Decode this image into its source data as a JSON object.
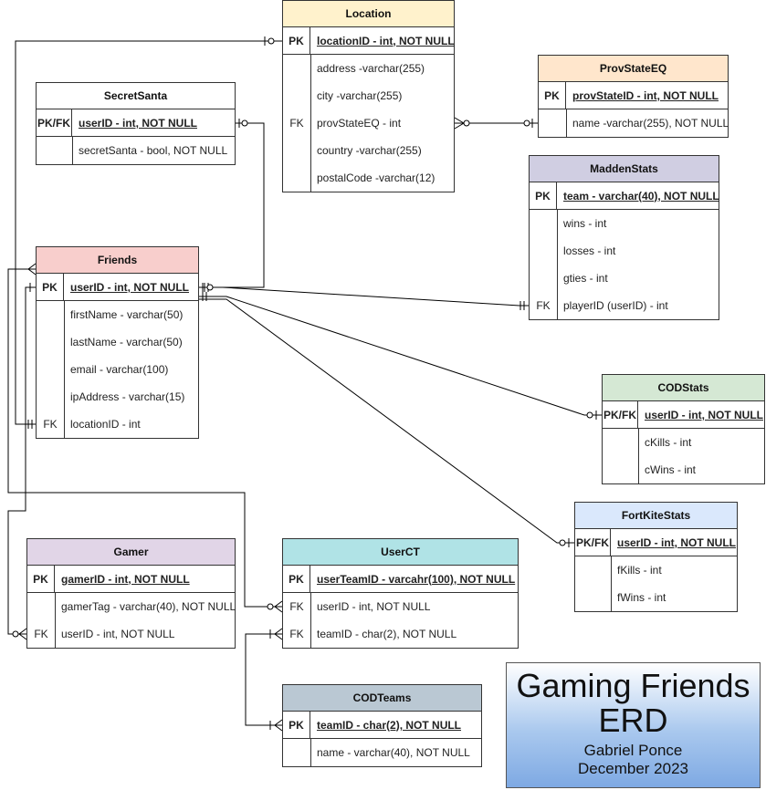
{
  "title": {
    "main": "Gaming Friends ERD",
    "author": "Gabriel Ponce",
    "date": "December 2023"
  },
  "entities": {
    "location": {
      "name": "Location",
      "color": "#fff2cc",
      "pk": {
        "key": "PK",
        "field": "locationID - int, NOT NULL"
      },
      "rows": [
        {
          "key": "",
          "field": "address -varchar(255)"
        },
        {
          "key": "",
          "field": "city -varchar(255)"
        },
        {
          "key": "FK",
          "field": "provStateEQ - int"
        },
        {
          "key": "",
          "field": "country -varchar(255)"
        },
        {
          "key": "",
          "field": "postalCode -varchar(12)"
        }
      ]
    },
    "provstate": {
      "name": "ProvStateEQ",
      "color": "#ffe6cc",
      "pk": {
        "key": "PK",
        "field": "provStateID - int, NOT NULL"
      },
      "rows": [
        {
          "key": "",
          "field": "name -varchar(255), NOT NULL"
        }
      ]
    },
    "secretsanta": {
      "name": "SecretSanta",
      "color": "#ffffff",
      "pk": {
        "key": "PK/FK",
        "field": "userID - int, NOT NULL"
      },
      "rows": [
        {
          "key": "",
          "field": "secretSanta - bool, NOT NULL"
        }
      ]
    },
    "madden": {
      "name": "MaddenStats",
      "color": "#d0cee2",
      "pk": {
        "key": "PK",
        "field": "team - varchar(40), NOT NULL"
      },
      "rows": [
        {
          "key": "",
          "field": "wins - int"
        },
        {
          "key": "",
          "field": "losses - int"
        },
        {
          "key": "",
          "field": "gties - int"
        },
        {
          "key": "FK",
          "field": "playerID (userID) - int"
        }
      ]
    },
    "friends": {
      "name": "Friends",
      "color": "#f8cecc",
      "pk": {
        "key": "PK",
        "field": "userID - int, NOT NULL"
      },
      "rows": [
        {
          "key": "",
          "field": "firstName - varchar(50)"
        },
        {
          "key": "",
          "field": "lastName - varchar(50)"
        },
        {
          "key": "",
          "field": "email - varchar(100)"
        },
        {
          "key": "",
          "field": "ipAddress - varchar(15)"
        },
        {
          "key": "FK",
          "field": "locationID - int"
        }
      ]
    },
    "codstats": {
      "name": "CODStats",
      "color": "#d5e8d4",
      "pk": {
        "key": "PK/FK",
        "field": "userID - int, NOT NULL"
      },
      "rows": [
        {
          "key": "",
          "field": "cKills - int"
        },
        {
          "key": "",
          "field": "cWins - int"
        }
      ]
    },
    "fortnite": {
      "name": "FortKiteStats",
      "color": "#dae8fc",
      "pk": {
        "key": "PK/FK",
        "field": "userID - int, NOT NULL"
      },
      "rows": [
        {
          "key": "",
          "field": "fKills - int"
        },
        {
          "key": "",
          "field": "fWins - int"
        }
      ]
    },
    "gamer": {
      "name": "Gamer",
      "color": "#e1d5e7",
      "pk": {
        "key": "PK",
        "field": "gamerID - int, NOT NULL"
      },
      "rows": [
        {
          "key": "",
          "field": "gamerTag - varchar(40), NOT NULL"
        },
        {
          "key": "FK",
          "field": "userID - int, NOT NULL"
        }
      ]
    },
    "userct": {
      "name": "UserCT",
      "color": "#b0e3e6",
      "pk": {
        "key": "PK",
        "field": "userTeamID - varcahr(100), NOT NULL"
      },
      "rows": [
        {
          "key": "FK",
          "field": "userID - int, NOT NULL"
        },
        {
          "key": "FK",
          "field": "teamID - char(2), NOT NULL"
        }
      ]
    },
    "codteams": {
      "name": "CODTeams",
      "color": "#bac8d3",
      "pk": {
        "key": "PK",
        "field": "teamID - char(2), NOT NULL"
      },
      "rows": [
        {
          "key": "",
          "field": "name - varchar(40), NOT NULL"
        }
      ]
    }
  }
}
